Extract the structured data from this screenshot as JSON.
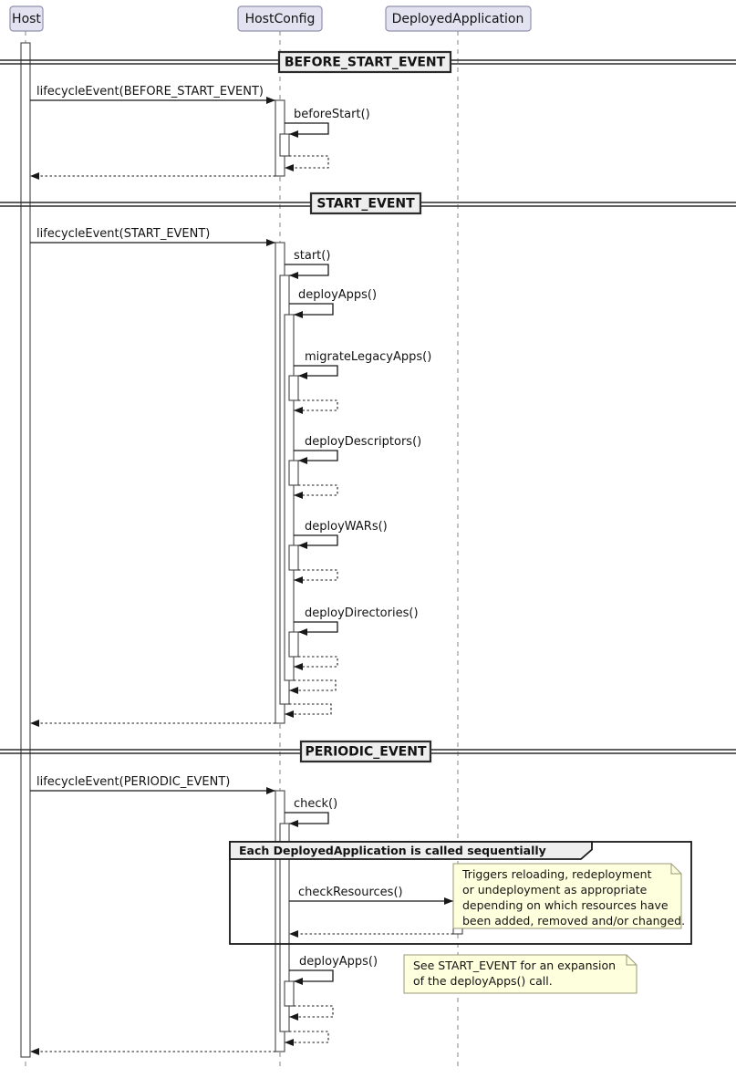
{
  "colors": {
    "background": "#FFFFFF",
    "participant_fill": "#E2E2F0",
    "divider_fill": "#EEEEEE",
    "group_header_fill": "#EEEEEE",
    "note_fill": "#FEFFDD",
    "activation_fill": "#FFFFFF"
  },
  "participants": [
    {
      "name": "Host"
    },
    {
      "name": "HostConfig"
    },
    {
      "name": "DeployedApplication"
    }
  ],
  "dividers": [
    {
      "label": "BEFORE_START_EVENT"
    },
    {
      "label": "START_EVENT"
    },
    {
      "label": "PERIODIC_EVENT"
    }
  ],
  "messages": {
    "lifecycle_before_start": "lifecycleEvent(BEFORE_START_EVENT)",
    "before_start": "beforeStart()",
    "lifecycle_start": "lifecycleEvent(START_EVENT)",
    "start": "start()",
    "deploy_apps": "deployApps()",
    "migrate_legacy_apps": "migrateLegacyApps()",
    "deploy_descriptors": "deployDescriptors()",
    "deploy_wars": "deployWARs()",
    "deploy_directories": "deployDirectories()",
    "lifecycle_periodic": "lifecycleEvent(PERIODIC_EVENT)",
    "check": "check()",
    "check_resources": "checkResources()",
    "deploy_apps_periodic": "deployApps()"
  },
  "group": {
    "label": "Each DeployedApplication is called sequentially"
  },
  "notes": [
    {
      "lines": [
        "Triggers reloading, redeployment",
        "or undeployment as appropriate",
        "depending on which resources have",
        "been added, removed and/or changed."
      ]
    },
    {
      "lines": [
        "See START_EVENT for an expansion",
        "of the deployApps() call."
      ]
    }
  ]
}
